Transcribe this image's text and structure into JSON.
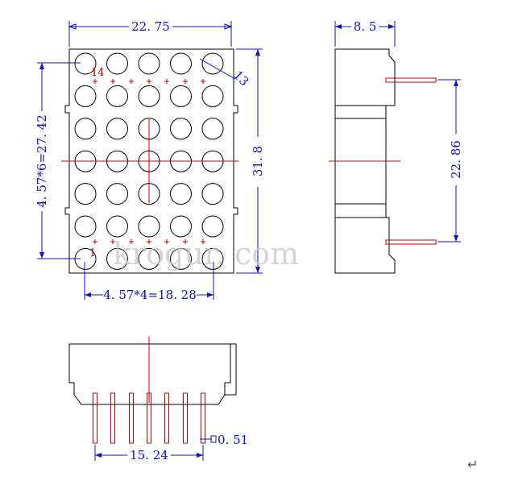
{
  "dimensions": {
    "width_total": "22. 75",
    "height_total": "31. 8",
    "row_pitch": "4. 57*6=27. 42",
    "col_pitch": "4. 57*4=18. 28",
    "depth": "8. 5",
    "pin_span_vertical": "22. 86",
    "pin_span_horizontal": "15. 24",
    "pin_width": "0. 51"
  },
  "pin_labels": {
    "pin_14": "14",
    "pin_1": "1",
    "pin_13": "13"
  },
  "matrix": {
    "rows": 7,
    "cols": 5
  },
  "watermark": "krogur. com",
  "return_icon": "↵",
  "colors": {
    "outline": "#000000",
    "dimension": "#1010c8",
    "pins": "#c00000",
    "watermark": "#c8c8c8"
  }
}
